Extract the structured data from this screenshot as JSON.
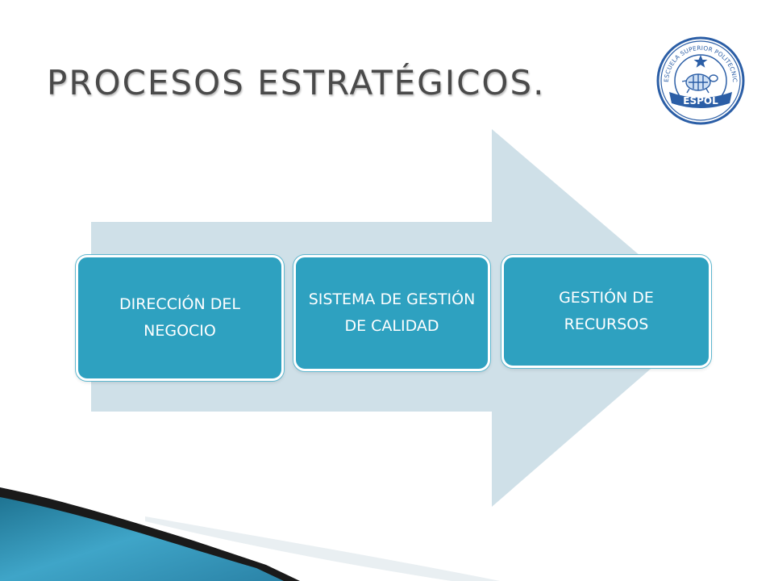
{
  "slide": {
    "title": "PROCESOS ESTRATÉGICOS."
  },
  "diagram": {
    "arrow_color": "#cfe0e8",
    "box_color": "#2ea1c0",
    "boxes": [
      {
        "label": "DIRECCIÓN DEL NEGOCIO"
      },
      {
        "label": "SISTEMA DE GESTIÓN DE CALIDAD"
      },
      {
        "label": "GESTIÓN DE RECURSOS"
      }
    ]
  },
  "logo": {
    "ring_text": "ESCUELA SUPERIOR POLITECNICA DEL LITORAL",
    "banner_text": "ESPOL",
    "color": "#2b5ea6"
  }
}
